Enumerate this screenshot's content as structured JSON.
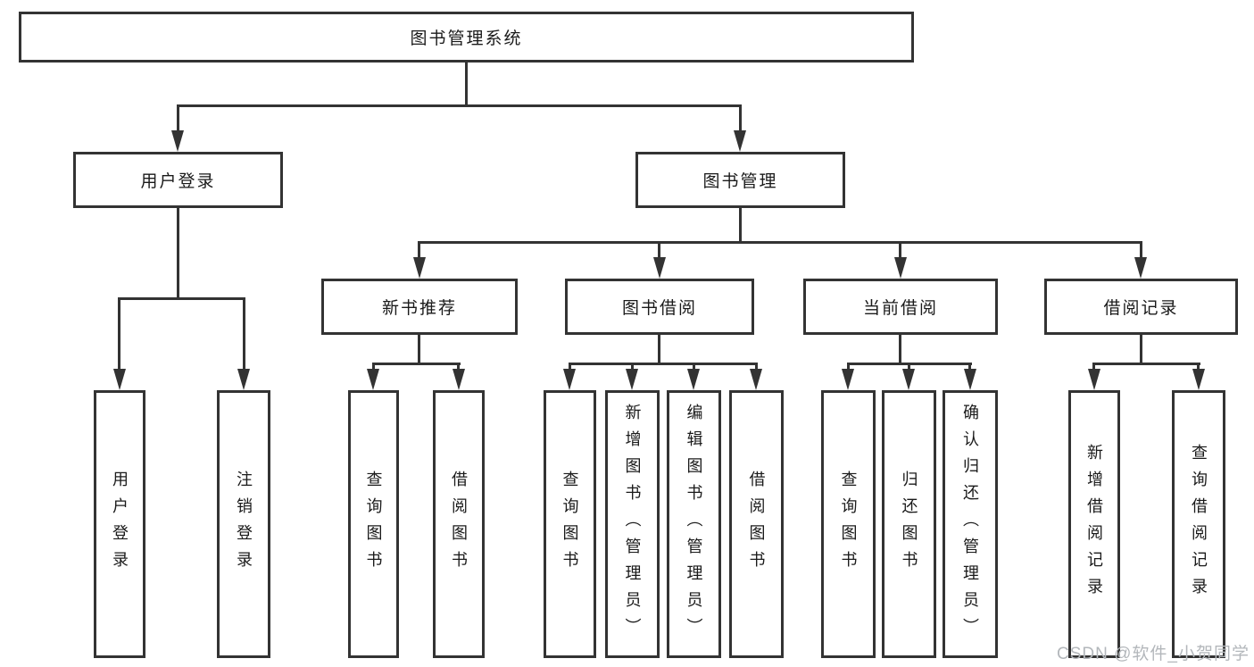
{
  "colors": {
    "line": "#333333",
    "box_border": "#333333",
    "text": "#1a1a1a",
    "watermark": "#b3b7bb",
    "background": "#ffffff"
  },
  "watermark": {
    "text": "CSDN @软件_小贺同学"
  },
  "tree": {
    "root": {
      "label": "图书管理系统"
    },
    "children": [
      {
        "label": "用户登录",
        "children": [
          {
            "label": "用户登录"
          },
          {
            "label": "注销登录"
          }
        ]
      },
      {
        "label": "图书管理",
        "children": [
          {
            "label": "新书推荐",
            "children": [
              {
                "label": "查询图书"
              },
              {
                "label": "借阅图书"
              }
            ]
          },
          {
            "label": "图书借阅",
            "children": [
              {
                "label": "查询图书"
              },
              {
                "label": "新增图书（管理员）"
              },
              {
                "label": "编辑图书（管理员）"
              },
              {
                "label": "借阅图书"
              }
            ]
          },
          {
            "label": "当前借阅",
            "children": [
              {
                "label": "查询图书"
              },
              {
                "label": "归还图书"
              },
              {
                "label": "确认归还（管理员）"
              }
            ]
          },
          {
            "label": "借阅记录",
            "children": [
              {
                "label": "新增借阅记录"
              },
              {
                "label": "查询借阅记录"
              }
            ]
          }
        ]
      }
    ]
  }
}
